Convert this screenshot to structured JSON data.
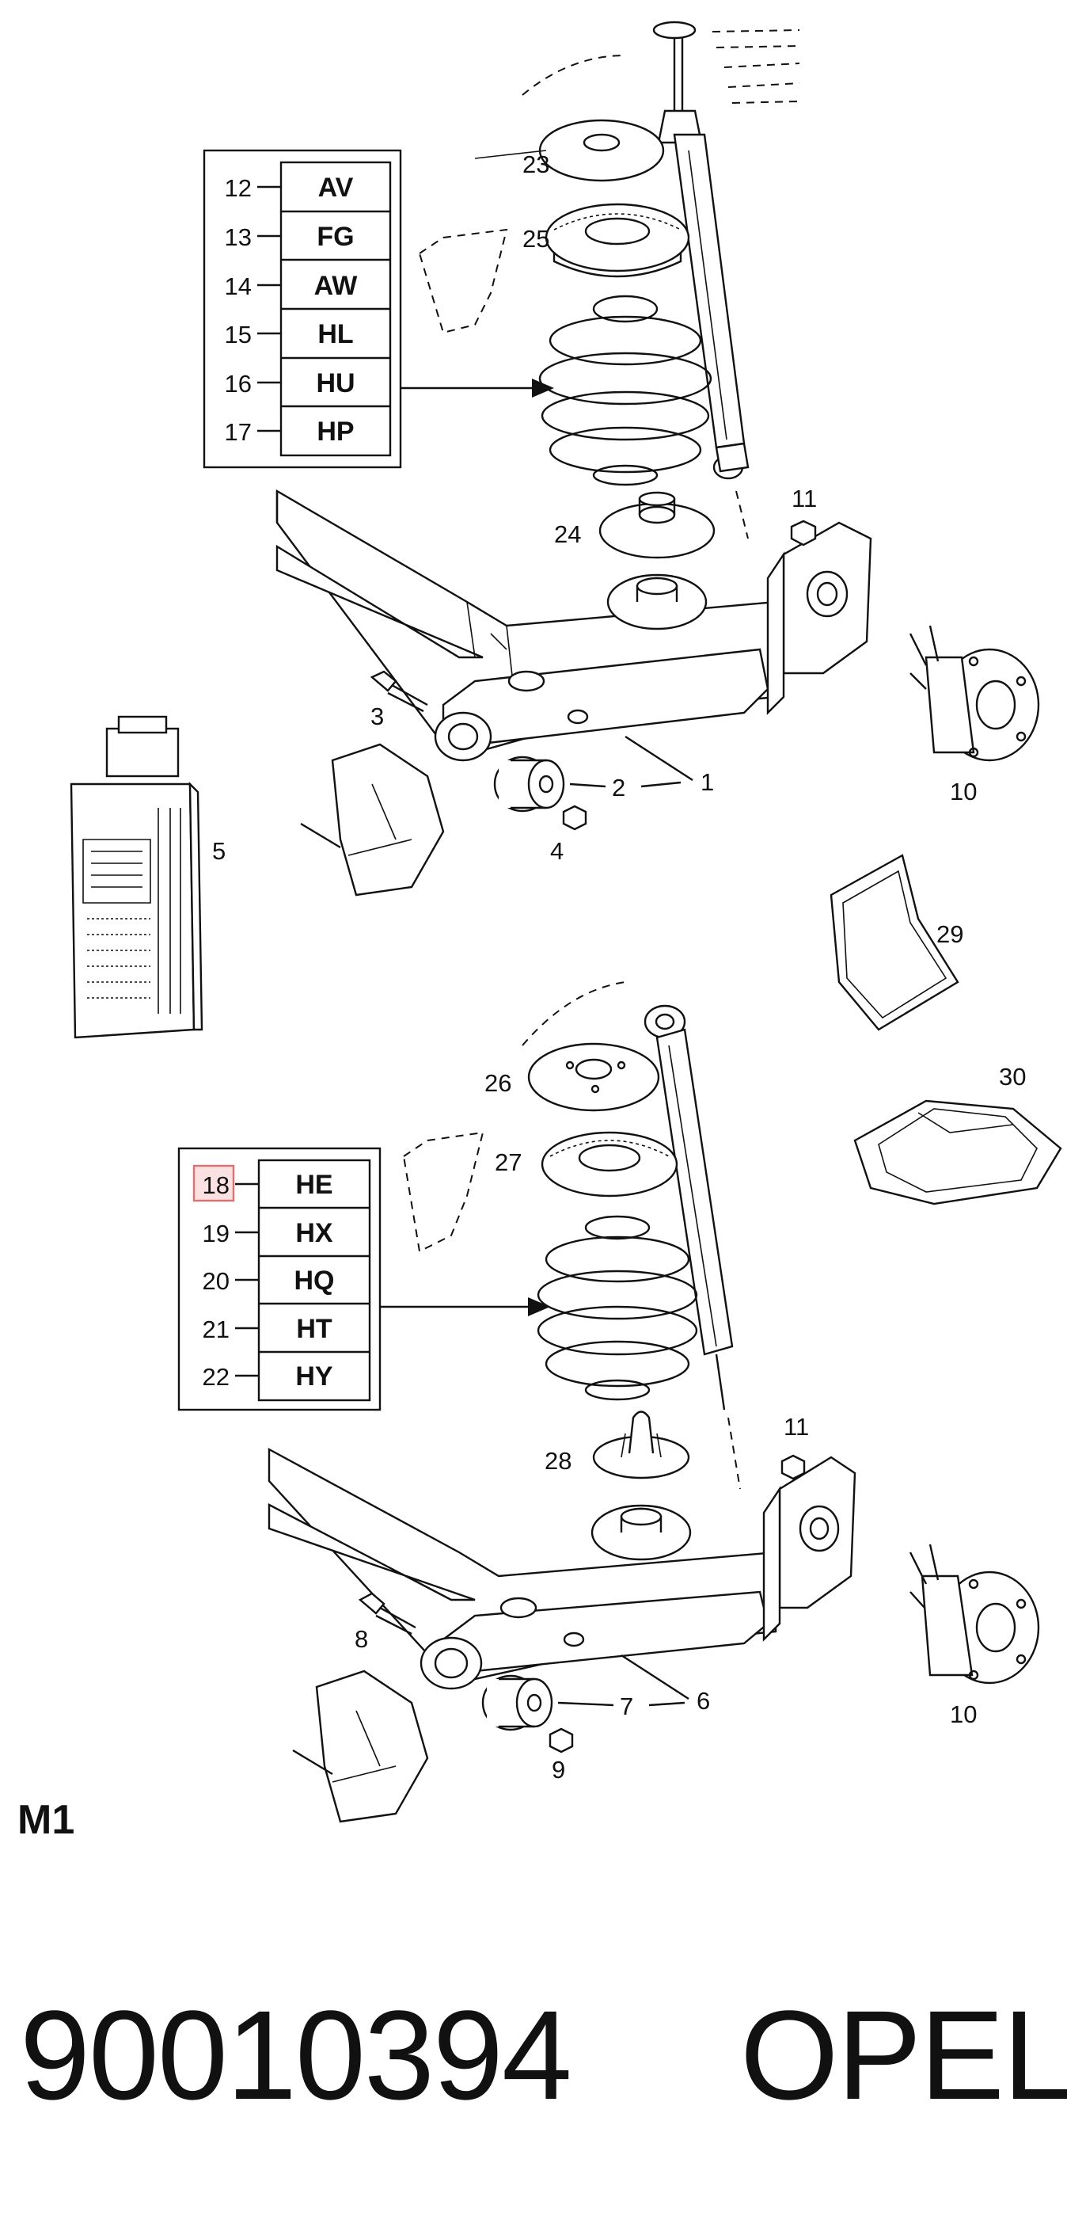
{
  "diagram": {
    "sheet_label": "M1",
    "part_number": "90010394",
    "brand": "OPEL",
    "highlighted_callout": "18",
    "top_code_table": [
      {
        "num": "12",
        "code": "AV"
      },
      {
        "num": "13",
        "code": "FG"
      },
      {
        "num": "14",
        "code": "AW"
      },
      {
        "num": "15",
        "code": "HL"
      },
      {
        "num": "16",
        "code": "HU"
      },
      {
        "num": "17",
        "code": "HP"
      }
    ],
    "bottom_code_table": [
      {
        "num": "18",
        "code": "HE"
      },
      {
        "num": "19",
        "code": "HX"
      },
      {
        "num": "20",
        "code": "HQ"
      },
      {
        "num": "21",
        "code": "HT"
      },
      {
        "num": "22",
        "code": "HY"
      }
    ],
    "callouts": {
      "c1": "1",
      "c2": "2",
      "c3": "3",
      "c4": "4",
      "c5": "5",
      "c6": "6",
      "c7": "7",
      "c8": "8",
      "c9": "9",
      "c10a": "10",
      "c10b": "10",
      "c11a": "11",
      "c11b": "11",
      "c23": "23",
      "c24": "24",
      "c25": "25",
      "c26": "26",
      "c27": "27",
      "c28": "28",
      "c29": "29",
      "c30": "30"
    },
    "highlight_color": "#e07070"
  }
}
